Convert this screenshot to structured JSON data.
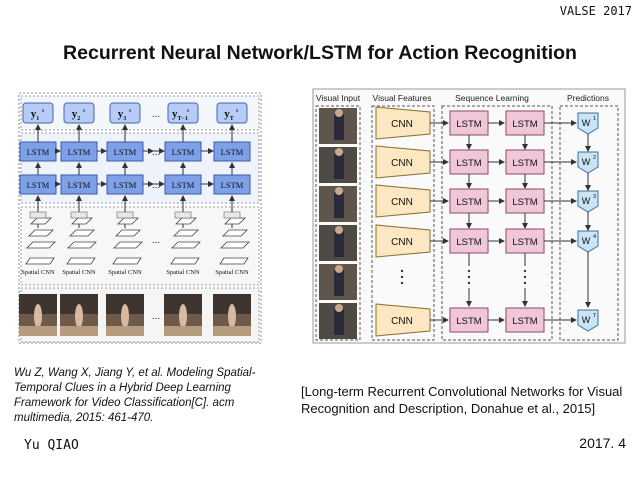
{
  "header": {
    "venue": "VALSE 2017",
    "title": "Recurrent Neural Network/LSTM for Action Recognition"
  },
  "left_figure": {
    "outputs": [
      {
        "base": "y",
        "sub": "1",
        "sup": "s"
      },
      {
        "base": "y",
        "sub": "2",
        "sup": "s"
      },
      {
        "base": "y",
        "sub": "3",
        "sup": "s"
      },
      {
        "base": "y",
        "sub": "T−1",
        "sup": "s"
      },
      {
        "base": "y",
        "sub": "T",
        "sup": "s"
      }
    ],
    "lstm_label": "LSTM",
    "ellipsis": "...",
    "cnn_label": "Spatial CNN"
  },
  "left_citation": "Wu Z, Wang X, Jiang Y, et al. Modeling Spatial-Temporal Clues in a Hybrid Deep Learning Framework for Video Classification[C]. acm multimedia, 2015: 461-470.",
  "right_figure": {
    "headers": [
      "Visual Input",
      "Visual Features",
      "Sequence Learning",
      "Predictions"
    ],
    "cnn_label": "CNN",
    "lstm_label": "LSTM",
    "predictions": [
      {
        "base": "W",
        "sup": "1"
      },
      {
        "base": "W",
        "sup": "2"
      },
      {
        "base": "W",
        "sup": "3"
      },
      {
        "base": "W",
        "sup": "4"
      },
      {
        "base": "W",
        "sup": "T"
      }
    ]
  },
  "right_citation": "[Long-term Recurrent Convolutional Networks for Visual Recognition and Description, Donahue et al., 2015]",
  "footer": {
    "author": "Yu QIAO",
    "date": "2017. 4"
  },
  "colors": {
    "lstm_fill": "#7ea0e8",
    "output_fill": "#b6cbf5",
    "cnn_fill": "#fbe7c2",
    "lstm_pink": "#f0c6d9",
    "predict_fill": "#c8e4f5"
  }
}
